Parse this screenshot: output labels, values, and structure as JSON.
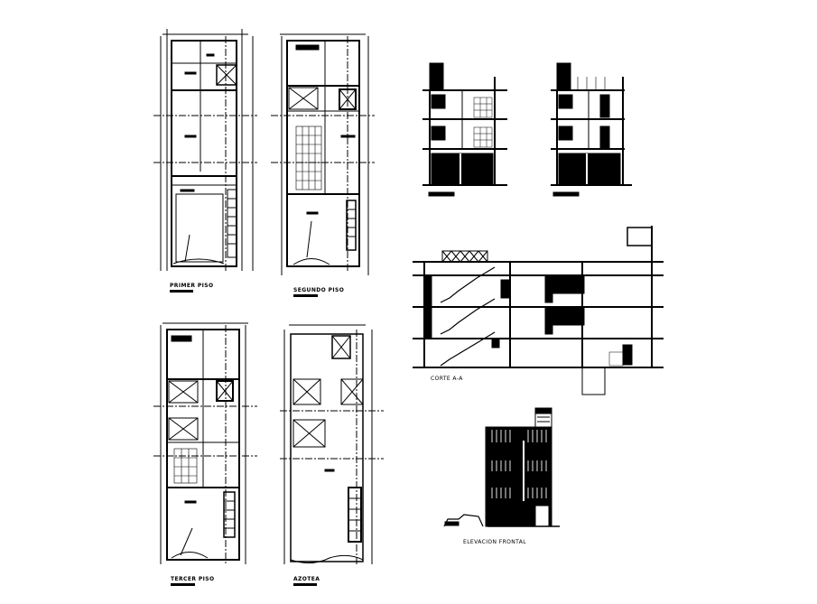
{
  "drawing": {
    "background": "#ffffff",
    "line_color": "#000000",
    "views": [
      {
        "id": "primer-piso",
        "title": "PRIMER PISO",
        "type": "floor-plan"
      },
      {
        "id": "segundo-piso",
        "title": "SEGUNDO PISO",
        "type": "floor-plan"
      },
      {
        "id": "tercer-piso",
        "title": "TERCER PISO",
        "type": "floor-plan"
      },
      {
        "id": "azotea",
        "title": "AZOTEA",
        "type": "roof-plan"
      },
      {
        "id": "corte-a-a",
        "title": "CORTE A-A",
        "type": "section"
      },
      {
        "id": "elevacion-frontal",
        "title": "ELEVACION FRONTAL",
        "type": "elevation"
      },
      {
        "id": "section-small-1",
        "title": "",
        "type": "section"
      },
      {
        "id": "section-small-2",
        "title": "",
        "type": "section"
      }
    ]
  }
}
